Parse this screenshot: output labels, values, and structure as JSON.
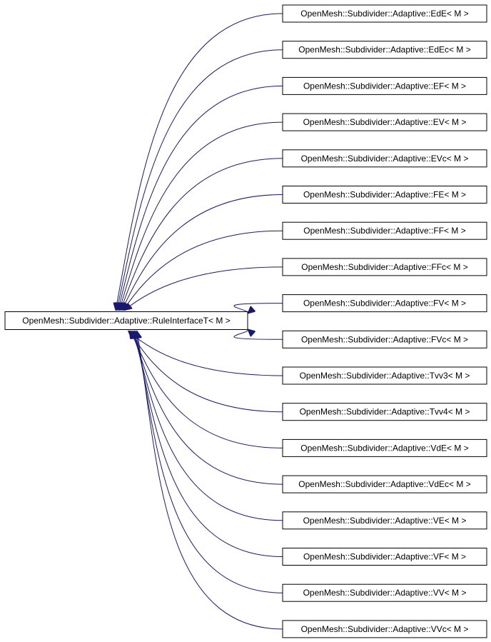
{
  "diagram": {
    "base": {
      "label": "OpenMesh::Subdivider::Adaptive::RuleInterfaceT< M >"
    },
    "derived": [
      {
        "label": "OpenMesh::Subdivider::Adaptive::EdE< M >"
      },
      {
        "label": "OpenMesh::Subdivider::Adaptive::EdEc< M >"
      },
      {
        "label": "OpenMesh::Subdivider::Adaptive::EF< M >"
      },
      {
        "label": "OpenMesh::Subdivider::Adaptive::EV< M >"
      },
      {
        "label": "OpenMesh::Subdivider::Adaptive::EVc< M >"
      },
      {
        "label": "OpenMesh::Subdivider::Adaptive::FE< M >"
      },
      {
        "label": "OpenMesh::Subdivider::Adaptive::FF< M >"
      },
      {
        "label": "OpenMesh::Subdivider::Adaptive::FFc< M >"
      },
      {
        "label": "OpenMesh::Subdivider::Adaptive::FV< M >"
      },
      {
        "label": "OpenMesh::Subdivider::Adaptive::FVc< M >"
      },
      {
        "label": "OpenMesh::Subdivider::Adaptive::Tvv3< M >"
      },
      {
        "label": "OpenMesh::Subdivider::Adaptive::Tvv4< M >"
      },
      {
        "label": "OpenMesh::Subdivider::Adaptive::VdE< M >"
      },
      {
        "label": "OpenMesh::Subdivider::Adaptive::VdEc< M >"
      },
      {
        "label": "OpenMesh::Subdivider::Adaptive::VE< M >"
      },
      {
        "label": "OpenMesh::Subdivider::Adaptive::VF< M >"
      },
      {
        "label": "OpenMesh::Subdivider::Adaptive::VV< M >"
      },
      {
        "label": "OpenMesh::Subdivider::Adaptive::VVc< M >"
      }
    ],
    "colors": {
      "edge": "#191970",
      "node_border": "#000000",
      "node_fill": "#ffffff"
    }
  }
}
